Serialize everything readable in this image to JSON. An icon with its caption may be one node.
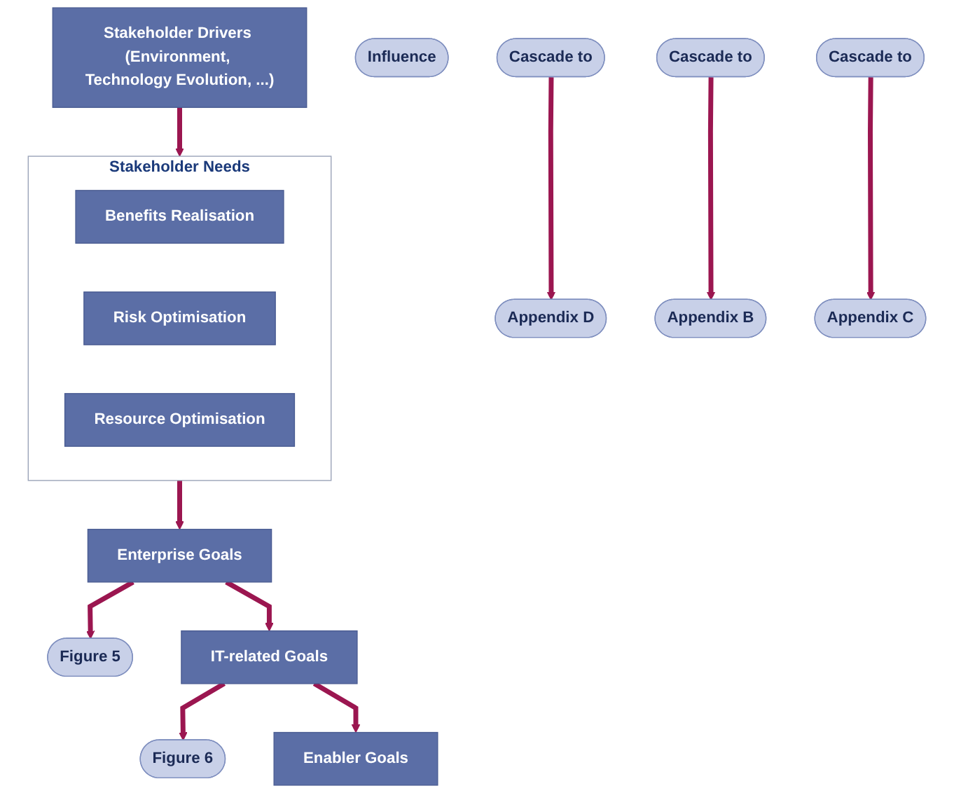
{
  "diagram": {
    "nodes": [
      {
        "text": [
          "Stakeholder Drivers (Environment, Technology Evolution, ...)"
        ]
      },
      {
        "text": [
          "Influence"
        ]
      },
      {
        "text": [
          "Stakeholder Needs"
        ]
      },
      {
        "text": [
          "Benefits Realisation"
        ],
        "in": 2
      },
      {
        "text": [
          "Risk Optimisation"
        ],
        "in": 2
      },
      {
        "text": [
          "Resource Optimisation"
        ],
        "in": 2
      },
      {
        "text": [
          "Cascade to"
        ]
      },
      {
        "text": [
          "Appendix D"
        ]
      },
      {
        "text": [
          "Enterprise Goals"
        ]
      },
      {
        "text": [
          "Figure 5"
        ]
      },
      {
        "text": [
          "Cascade to"
        ]
      },
      {
        "text": [
          "Appendix B"
        ]
      },
      {
        "text": [
          "IT-related Goals"
        ]
      },
      {
        "text": [
          "Figure 6"
        ]
      },
      {
        "text": [
          "Cascade to"
        ]
      },
      {
        "text": [
          "Appendix C"
        ]
      },
      {
        "text": [
          "Enabler Goals"
        ]
      }
    ],
    "edges": [
      {
        "from": 0,
        "to": 2,
        "arrow": "to"
      },
      {
        "from": 2,
        "to": 8,
        "arrow": "to"
      },
      {
        "from": 6,
        "to": 7,
        "arrow": "to"
      },
      {
        "from": 8,
        "to": 9,
        "arrow": "to"
      },
      {
        "from": 8,
        "to": 12,
        "arrow": "to"
      },
      {
        "from": 10,
        "to": 11,
        "arrow": "to"
      },
      {
        "from": 12,
        "to": 13,
        "arrow": "to"
      },
      {
        "from": 12,
        "to": 16,
        "arrow": "to"
      },
      {
        "from": 14,
        "to": 15,
        "arrow": "to"
      }
    ]
  }
}
